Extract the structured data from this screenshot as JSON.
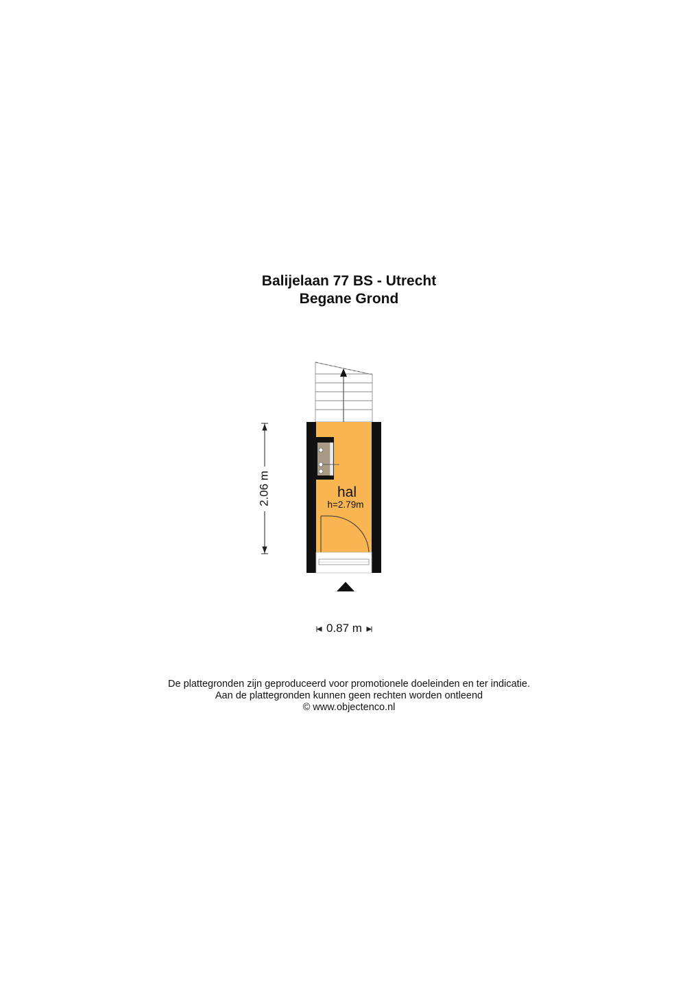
{
  "title": {
    "line1": "Balijelaan 77 BS - Utrecht",
    "line2": "Begane Grond"
  },
  "room": {
    "name": "hal",
    "height": "h=2.79m",
    "fill_color": "#f9b552"
  },
  "dimensions": {
    "vertical": "2.06 m",
    "horizontal": "0.87 m"
  },
  "disclaimer": {
    "line1": "De plattegronden zijn geproduceerd voor promotionele doeleinden en ter indicatie.",
    "line2": "Aan de plattegronden kunnen geen rechten worden ontleend",
    "line3": "© www.objectenco.nl"
  }
}
